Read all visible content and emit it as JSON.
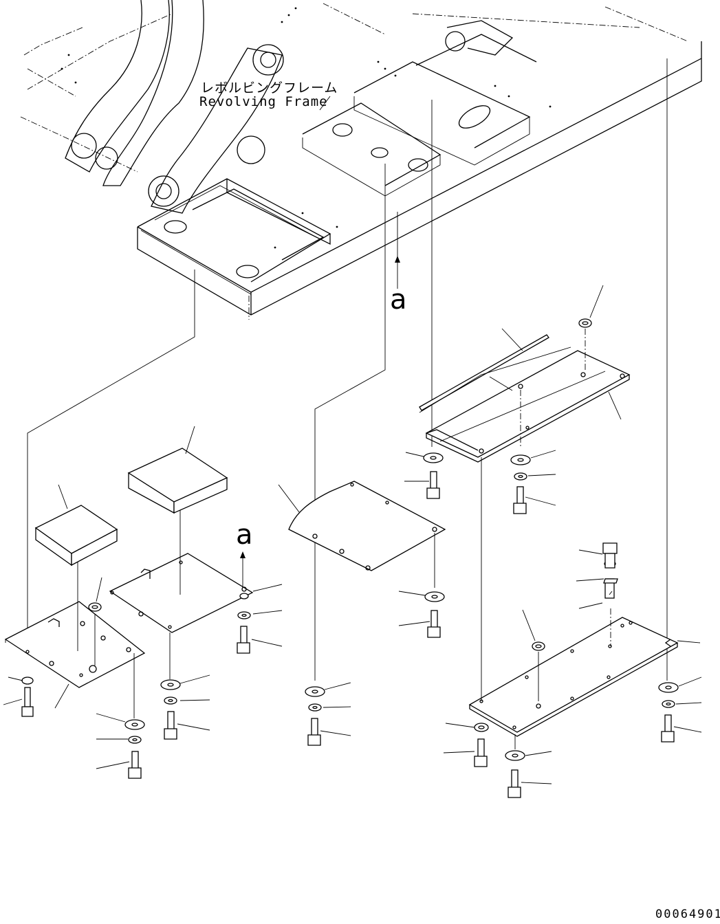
{
  "frame_label": {
    "jp": "レボルビングフレーム",
    "en": "Revolving Frame"
  },
  "view_marks": {
    "upper": "a",
    "lower": "a"
  },
  "drawing_number": "00064901"
}
